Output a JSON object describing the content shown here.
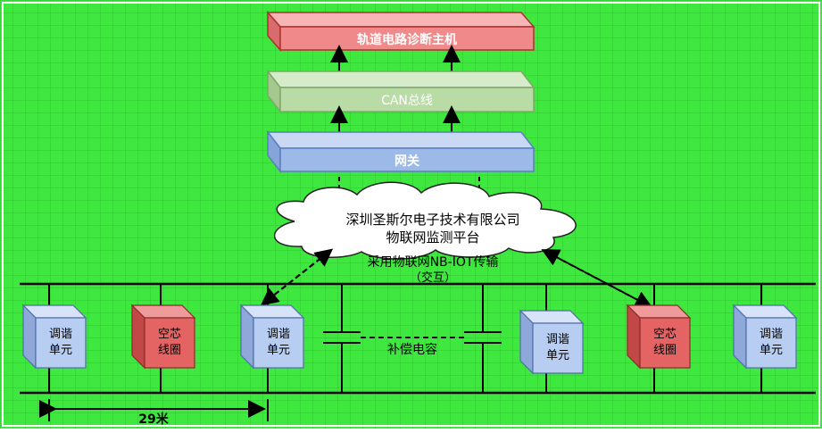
{
  "host": {
    "label": "轨道电路诊断主机"
  },
  "bus": {
    "label": "CAN总线"
  },
  "gateway": {
    "label": "网关"
  },
  "cloud": {
    "line1": "深圳圣斯尔电子技术有限公司",
    "line2": "物联网监测平台"
  },
  "link": {
    "line1": "采用物联网NB-IOT传输",
    "line2": "（交互）"
  },
  "capacitor": {
    "label": "补偿电容"
  },
  "units": [
    {
      "line1": "调谐",
      "line2": "单元",
      "kind": "tuning"
    },
    {
      "line1": "空芯",
      "line2": "线圈",
      "kind": "coil"
    },
    {
      "line1": "调谐",
      "line2": "单元",
      "kind": "tuning"
    },
    {
      "line1": "调谐",
      "line2": "单元",
      "kind": "tuning"
    },
    {
      "line1": "空芯",
      "line2": "线圈",
      "kind": "coil"
    },
    {
      "line1": "调谐",
      "line2": "单元",
      "kind": "tuning"
    }
  ],
  "distance": {
    "label": "29米"
  },
  "colors": {
    "background": "#3ee83e",
    "grid": "#2fc92f",
    "red_box": "#f08a8a",
    "green_box": "#b9dba5",
    "blue_box": "#9cb9e8",
    "red_unit": "#e46464",
    "blue_unit": "#b7cdf1"
  }
}
